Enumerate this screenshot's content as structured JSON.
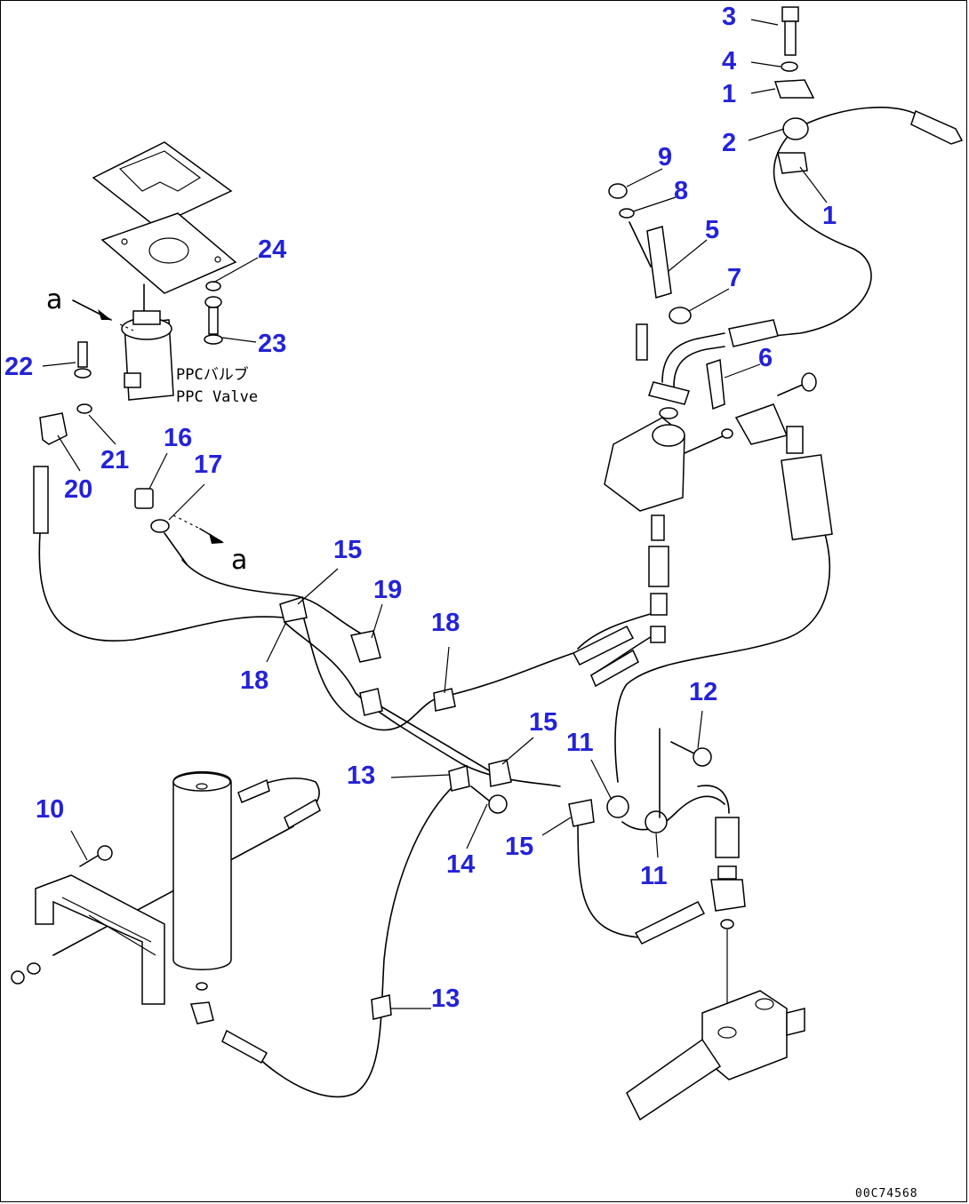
{
  "callouts": {
    "n1a": "1",
    "n1b": "1",
    "n2": "2",
    "n3": "3",
    "n4": "4",
    "n5": "5",
    "n6": "6",
    "n7": "7",
    "n8": "8",
    "n9": "9",
    "n10": "10",
    "n11a": "11",
    "n11b": "11",
    "n12": "12",
    "n13a": "13",
    "n13b": "13",
    "n14": "14",
    "n15a": "15",
    "n15b": "15",
    "n15c": "15",
    "n16": "16",
    "n17": "17",
    "n18a": "18",
    "n18b": "18",
    "n19": "19",
    "n20": "20",
    "n21": "21",
    "n22": "22",
    "n23": "23",
    "n24": "24"
  },
  "labels": {
    "valve_jp": "PPCバルブ",
    "valve_en": "PPC Valve",
    "view_a1": "a",
    "view_a2": "a"
  },
  "drawing_code": "00C74568",
  "colors": {
    "callout": "#2323d8",
    "line": "#000000"
  }
}
